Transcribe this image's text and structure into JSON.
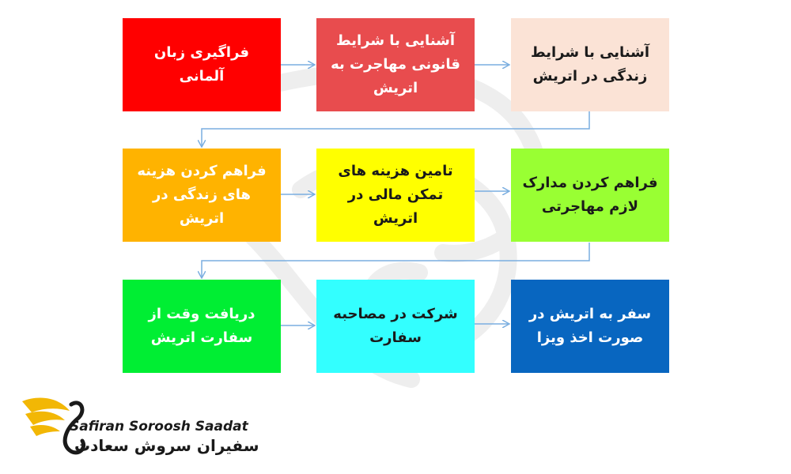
{
  "steps": [
    {
      "text": "فراگیری زبان آلمانی",
      "color": "#ff0000",
      "text_color": "#ffffff"
    },
    {
      "text": "آشنایی با شرایط قانونی مهاجرت به اتریش",
      "color": "#e84c4e",
      "text_color": "#ffffff"
    },
    {
      "text": "آشنایی با شرایط زندگی در اتریش",
      "color": "#fbe3d6",
      "text_color": "#1a1a1a"
    },
    {
      "text": "فراهم کردن هزینه های زندگی در اتریش",
      "color": "#ffb300",
      "text_color": "#ffffff"
    },
    {
      "text": "تامین هزینه های تمکن مالی در اتریش",
      "color": "#ffff00",
      "text_color": "#1a1a1a"
    },
    {
      "text": "فراهم کردن مدارک لازم مهاجرتی",
      "color": "#99ff33",
      "text_color": "#1a1a1a"
    },
    {
      "text": "دریافت وقت از سفارت اتریش",
      "color": "#00ee33",
      "text_color": "#ffffff"
    },
    {
      "text": "شرکت در مصاحبه سفارت",
      "color": "#33ffff",
      "text_color": "#1a1a1a"
    },
    {
      "text": "سفر به اتریش در صورت اخذ ویزا",
      "color": "#0866c0",
      "text_color": "#ffffff"
    }
  ],
  "connector_color": "#7aaee0",
  "logo": {
    "name_en": "Safiran Soroosh Saadat",
    "name_fa": "سفیران سروش سعادت",
    "brand_color": "#f2b705"
  }
}
